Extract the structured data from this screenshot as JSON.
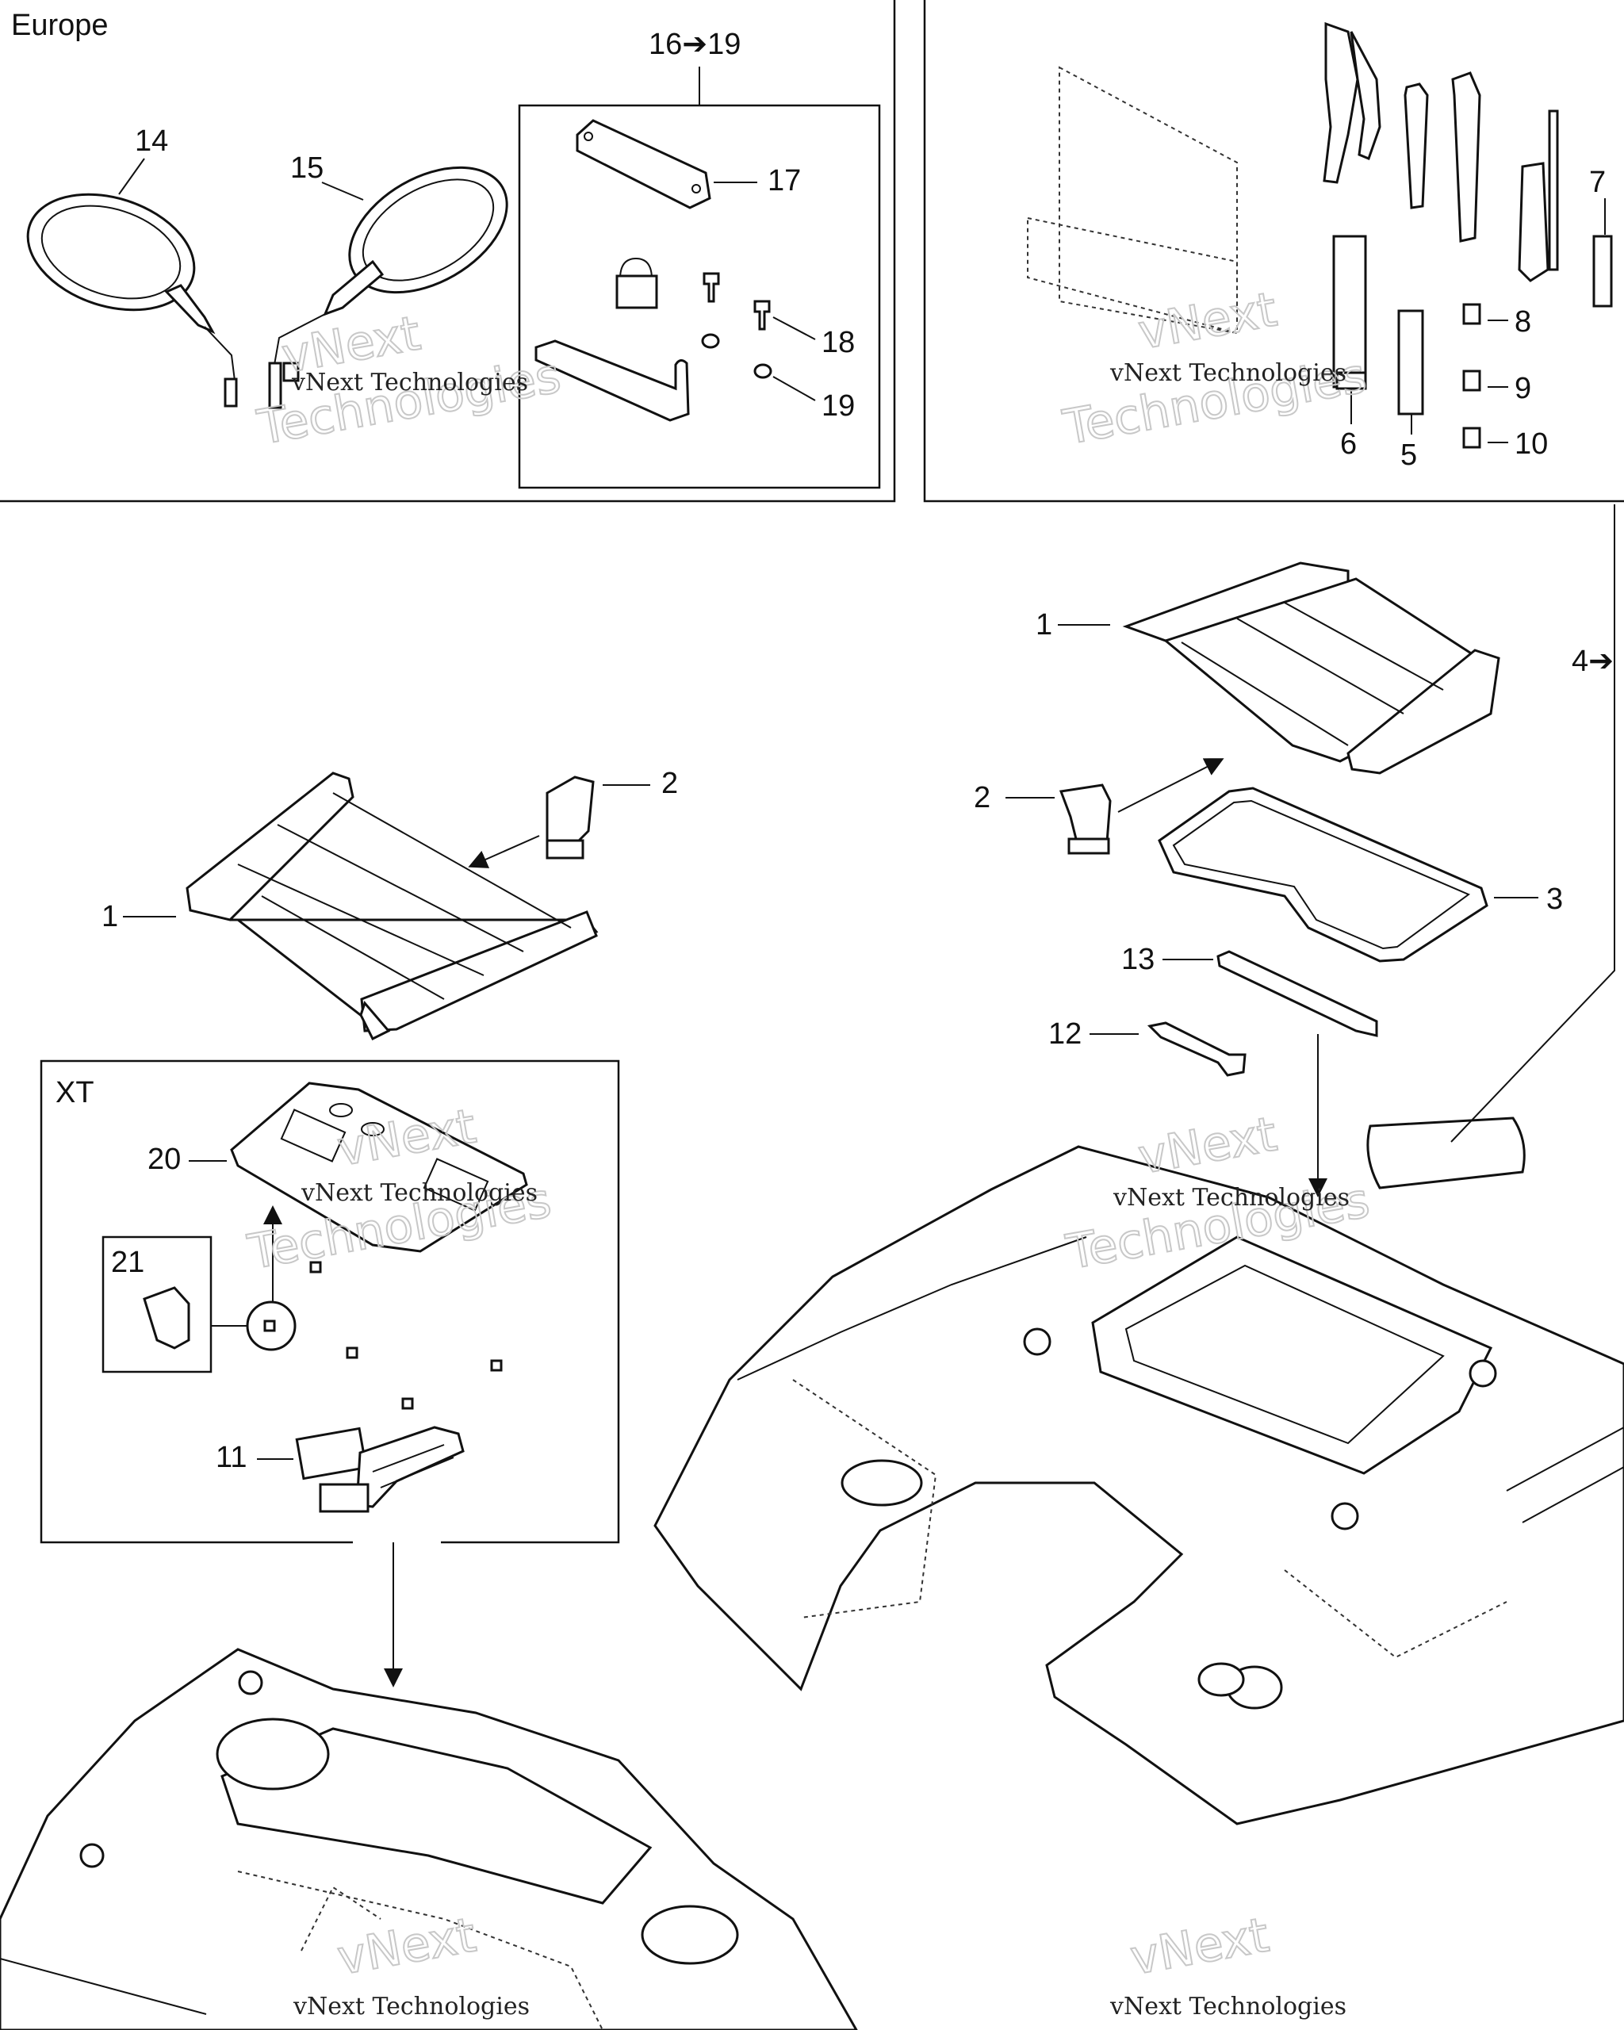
{
  "panels": {
    "europe_title": "Europe",
    "xt_title": "XT"
  },
  "callouts": {
    "c1a": "1",
    "c1b": "1",
    "c2a": "2",
    "c2b": "2",
    "c3": "3",
    "c4": "4➔",
    "c5": "5",
    "c6": "6",
    "c7": "7",
    "c8": "8",
    "c9": "9",
    "c10": "10",
    "c11": "11",
    "c12": "12",
    "c13": "13",
    "c14": "14",
    "c15": "15",
    "c16_19": "16➔19",
    "c17": "17",
    "c18": "18",
    "c19": "19",
    "c20": "20",
    "c21": "21"
  },
  "watermark": {
    "line1": "vNext Technologies",
    "ghost1": "vNext",
    "ghost2": "Technologies"
  }
}
